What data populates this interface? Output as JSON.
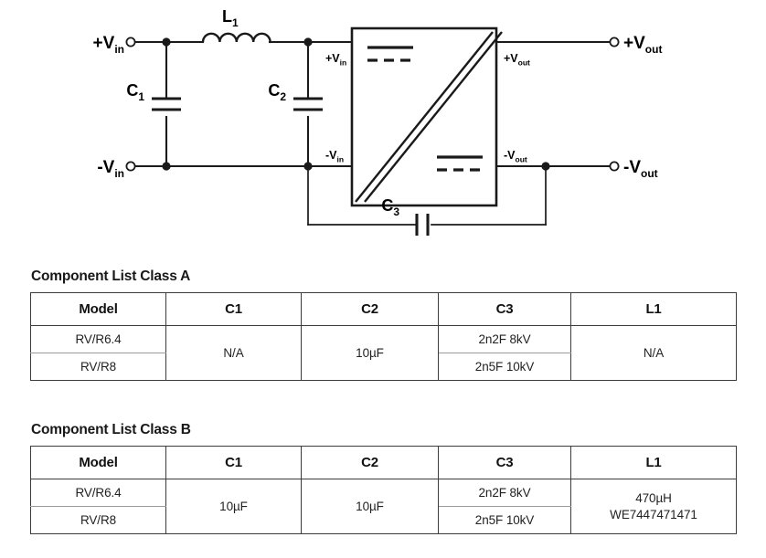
{
  "schematic": {
    "labels": {
      "vin_pos_terminal": "+Vin",
      "vin_neg_terminal": "-Vin",
      "vout_pos_terminal": "+Vout",
      "vout_neg_terminal": "-Vout",
      "converter_in_pos": "+Vin",
      "converter_in_neg": "-Vin",
      "converter_out_pos": "+Vout",
      "converter_out_neg": "-Vout",
      "c1": "C1",
      "c2": "C2",
      "c3": "C3",
      "l1": "L1"
    },
    "base_text": {
      "v_pos": "+V",
      "v_neg": "-V",
      "sub_in": "in",
      "sub_out": "out",
      "c": "C",
      "l": "L",
      "sub_1": "1",
      "sub_2": "2",
      "sub_3": "3"
    },
    "colors": {
      "wire": "#1a1a1a",
      "text": "#000000",
      "background": "#ffffff"
    }
  },
  "tables": [
    {
      "id": "class-a",
      "title": "Component List Class A",
      "headers": [
        "Model",
        "C1",
        "C2",
        "C3",
        "L1"
      ],
      "models": [
        "RV/R6.4",
        "RV/R8"
      ],
      "c1": "N/A",
      "c2": "10µF",
      "c3": [
        "2n2F 8kV",
        "2n5F 10kV"
      ],
      "l1": "N/A",
      "l1_lines": null
    },
    {
      "id": "class-b",
      "title": "Component List Class B",
      "headers": [
        "Model",
        "C1",
        "C2",
        "C3",
        "L1"
      ],
      "models": [
        "RV/R6.4",
        "RV/R8"
      ],
      "c1": "10µF",
      "c2": "10µF",
      "c3": [
        "2n2F 8kV",
        "2n5F 10kV"
      ],
      "l1": null,
      "l1_lines": [
        "470µH",
        "WE7447471471"
      ]
    }
  ]
}
